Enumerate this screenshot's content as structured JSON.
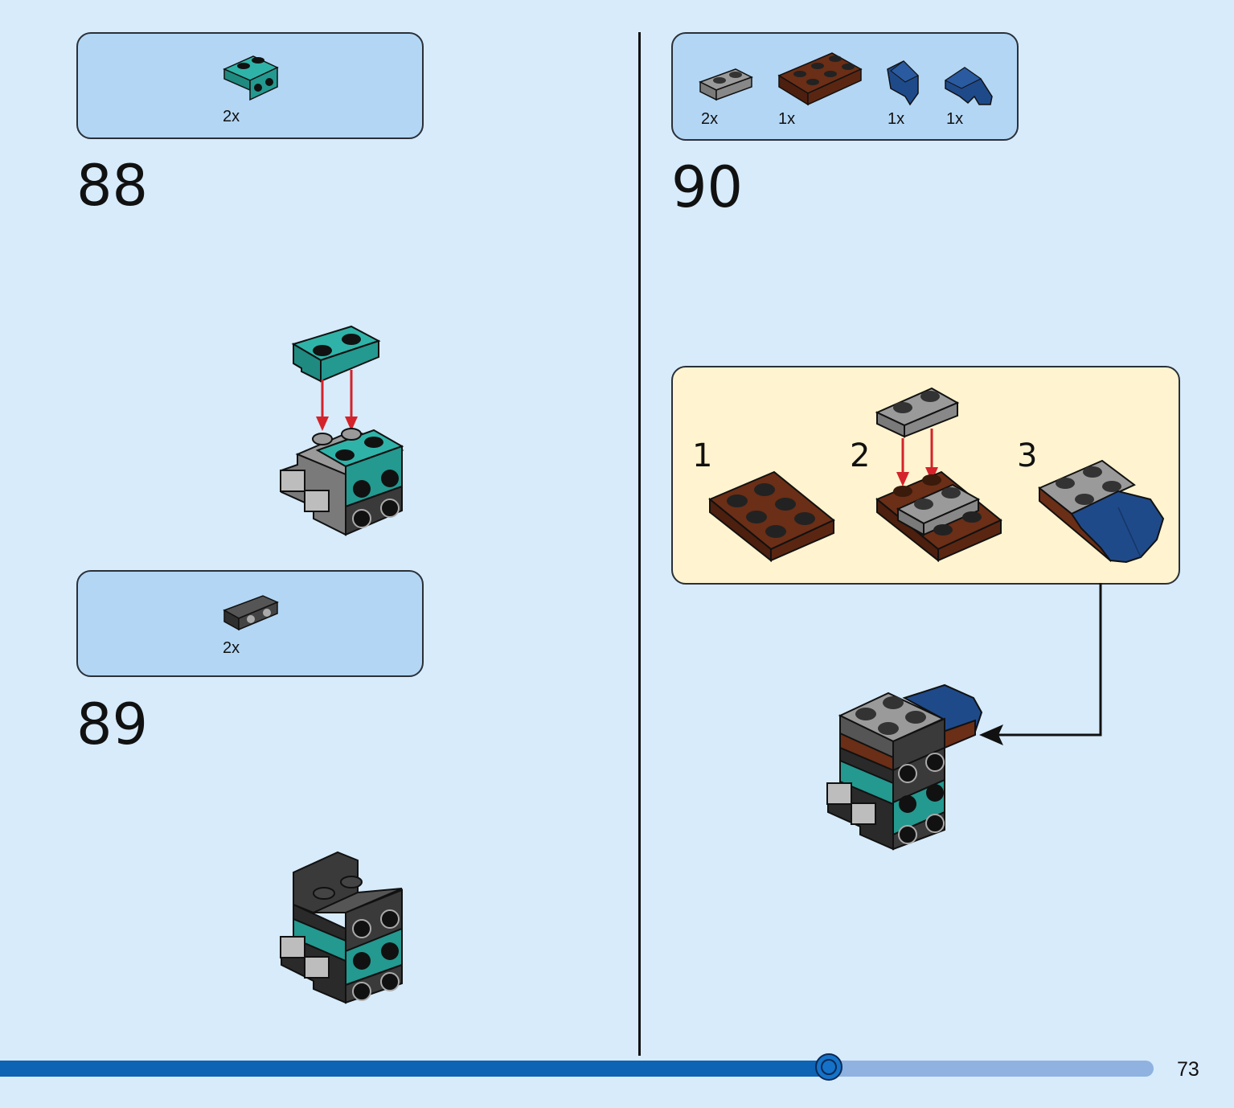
{
  "steps": [
    {
      "number": "88",
      "parts": [
        {
          "qty": "2x",
          "part": "teal 1x2 bracket plate"
        }
      ]
    },
    {
      "number": "89",
      "parts": [
        {
          "qty": "2x",
          "part": "dark grey 1x2 plate with clips"
        }
      ]
    },
    {
      "number": "90",
      "parts": [
        {
          "qty": "2x",
          "part": "grey 1x2 plate"
        },
        {
          "qty": "1x",
          "part": "brown 2x3 plate"
        },
        {
          "qty": "1x",
          "part": "blue wedge right"
        },
        {
          "qty": "1x",
          "part": "blue wedge left"
        }
      ],
      "substeps": [
        "1",
        "2",
        "3"
      ]
    }
  ],
  "progress": {
    "fraction": 0.72
  },
  "page_number": "73",
  "colors": {
    "background": "#d7ebfb",
    "parts_box": "#b3d6f4",
    "substep_box": "#fff4cf",
    "teal": "#2a9d95",
    "brown": "#6b2e16",
    "grey": "#8c8c8c",
    "dark_grey": "#3a3a3a",
    "blue": "#1f4a8a",
    "arrow_red": "#d4232a",
    "progress": "#0d63b4"
  }
}
